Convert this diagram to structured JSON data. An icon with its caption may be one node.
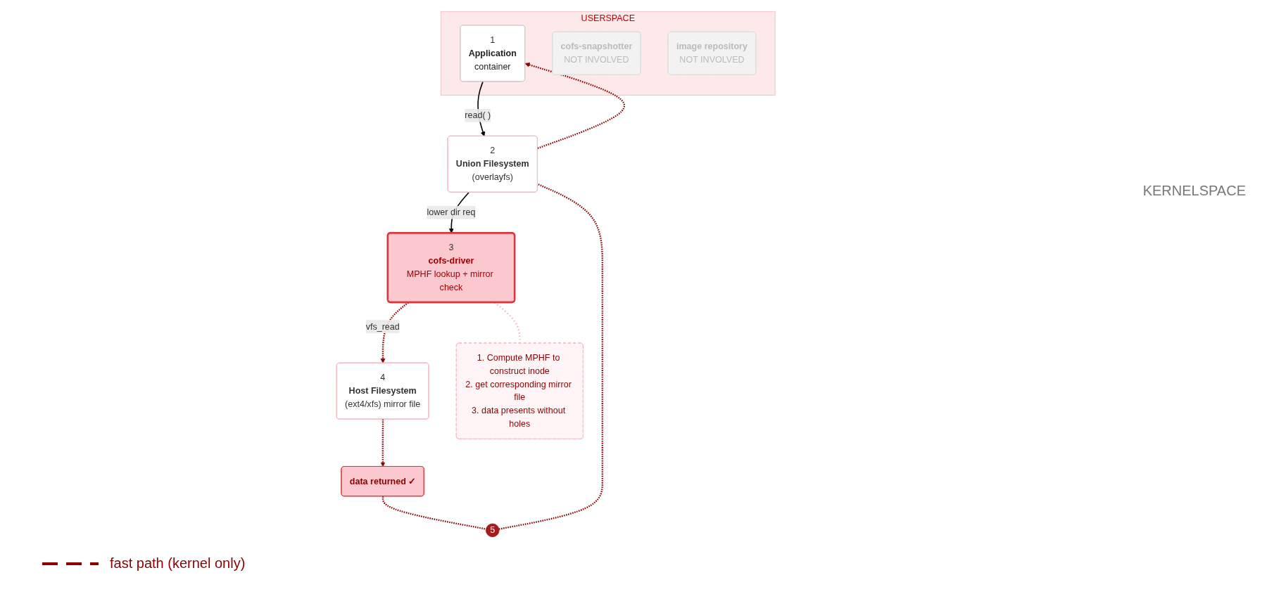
{
  "diagram": {
    "nodes": [
      {
        "text": [
          "USERSPACE"
        ]
      },
      {
        "text": [
          "1",
          "Application",
          "container"
        ],
        "in": 0
      },
      {
        "text": [
          "cofs-snapshotter",
          "NOT INVOLVED"
        ],
        "in": 0
      },
      {
        "text": [
          "image repository",
          "NOT INVOLVED"
        ],
        "in": 0
      },
      {
        "text": [
          "2",
          "Union Filesystem",
          "(overlayfs)"
        ]
      },
      {
        "text": [
          "3",
          "cofs-driver",
          "MPHF lookup + mirror check"
        ]
      },
      {
        "text": [
          "4",
          "Host Filesystem",
          "(ext4/xfs) mirror file"
        ]
      },
      {
        "text": [
          "1. Compute MPHF to construct inode",
          "2. get corresponding mirror file",
          "3. data presents without holes"
        ]
      },
      {
        "text": [
          "data returned ✓"
        ]
      },
      {
        "text": [
          "5"
        ]
      }
    ],
    "edges": [
      {
        "from": 1,
        "to": 4,
        "arrow": "to",
        "label": "read( )",
        "color": "#000000"
      },
      {
        "from": 4,
        "to": 5,
        "arrow": "to",
        "label": "lower dir req",
        "color": "#000000"
      },
      {
        "from": 5,
        "to": 6,
        "arrow": "to",
        "label": "vfs_read",
        "style": "dashed"
      },
      {
        "from": 5,
        "to": 7,
        "arrow": "none",
        "style": "dashed",
        "color": "#f4b6bf"
      },
      {
        "from": 6,
        "to": 8,
        "arrow": "to",
        "style": "dashed"
      },
      {
        "from": 8,
        "to": 9,
        "arrow": "none",
        "style": "dashed"
      },
      {
        "from": 9,
        "to": 4,
        "arrow": "none",
        "style": "dashed"
      },
      {
        "from": 4,
        "to": 1,
        "arrow": "to",
        "style": "dashed"
      }
    ],
    "labels": [
      "KERNELSPACE"
    ],
    "legend": [
      {
        "text": "fast path (kernel only)"
      }
    ]
  }
}
